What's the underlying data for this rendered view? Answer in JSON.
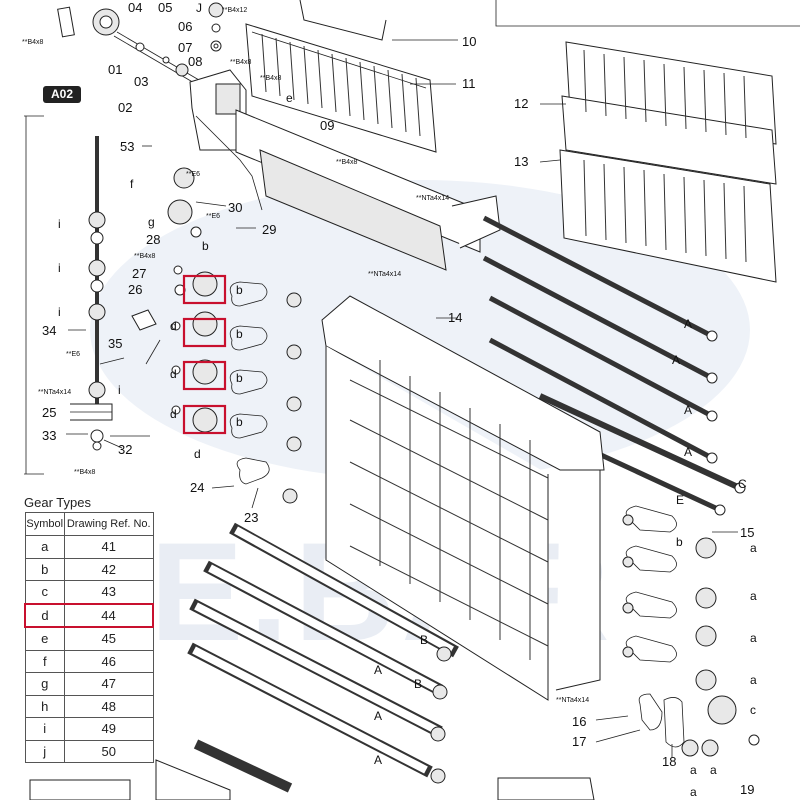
{
  "watermark": "E.BAR",
  "section_badge": "A02",
  "gear_types": {
    "title": "Gear Types",
    "header": {
      "symbol": "Symbol",
      "ref": "Drawing Ref. No."
    },
    "rows": [
      {
        "symbol": "a",
        "ref": "41"
      },
      {
        "symbol": "b",
        "ref": "42"
      },
      {
        "symbol": "c",
        "ref": "43"
      },
      {
        "symbol": "d",
        "ref": "44"
      },
      {
        "symbol": "e",
        "ref": "45"
      },
      {
        "symbol": "f",
        "ref": "46"
      },
      {
        "symbol": "g",
        "ref": "47"
      },
      {
        "symbol": "h",
        "ref": "48"
      },
      {
        "symbol": "i",
        "ref": "49"
      },
      {
        "symbol": "j",
        "ref": "50"
      }
    ],
    "highlighted_symbol": "d"
  },
  "callouts": {
    "n01": "01",
    "n02": "02",
    "n03": "03",
    "n04": "04",
    "n05": "05",
    "n06": "06",
    "n07": "07",
    "n08": "08",
    "n09": "09",
    "n10": "10",
    "n11": "11",
    "n12": "12",
    "n13": "13",
    "n14": "14",
    "n15": "15",
    "n16": "16",
    "n17": "17",
    "n18": "18",
    "n19": "19",
    "n23": "23",
    "n24": "24",
    "n25": "25",
    "n26": "26",
    "n27": "27",
    "n28": "28",
    "n29": "29",
    "n30": "30",
    "n32": "32",
    "n33": "33",
    "n34": "34",
    "n35": "35",
    "n53": "53"
  },
  "screws": {
    "b4x8": "B4x8",
    "b4x12": "B4x12",
    "nta4x14": "NTa4x14",
    "e6": "E6",
    "stars": "**"
  },
  "letters": {
    "a": "a",
    "b": "b",
    "c": "c",
    "d": "d",
    "e": "e",
    "f": "f",
    "g": "g",
    "i": "i",
    "j": "J",
    "A": "A",
    "B": "B",
    "C": "C",
    "E": "E"
  },
  "colors": {
    "highlight": "#c8102e",
    "ink": "#222222",
    "watermark": "#e9edf4"
  }
}
